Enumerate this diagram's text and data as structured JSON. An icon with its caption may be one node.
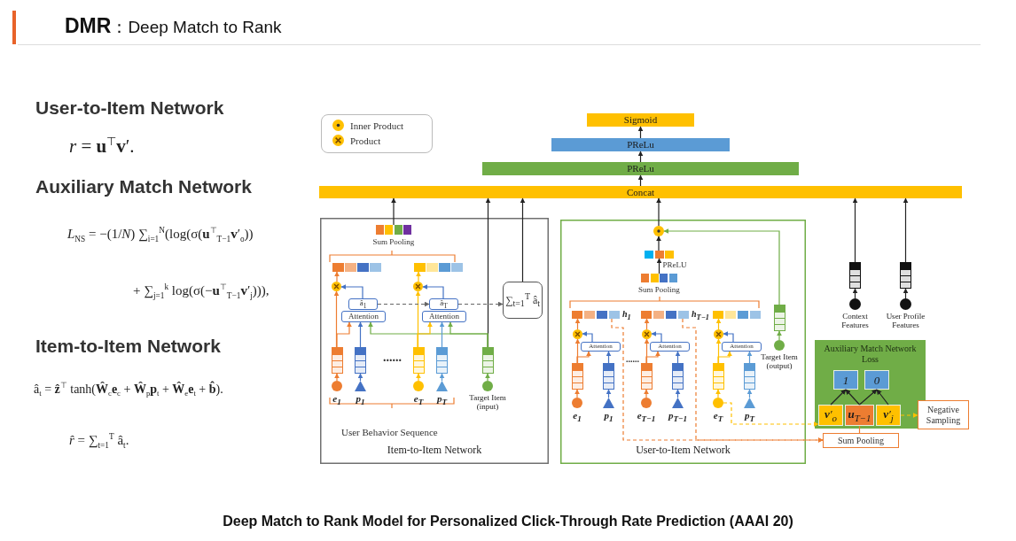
{
  "diagram": {
    "title": "**DMR**：Deep Match to Rank",
    "caption": "Deep Match to Rank Model for Personalized Click-Through Rate Prediction (AAAI 20)",
    "nodes": [
      {
        "text": [
          "Sigmoid"
        ]
      },
      {
        "text": [
          "PReLu"
        ]
      },
      {
        "text": [
          "PReLu"
        ]
      },
      {
        "text": [
          "Concat"
        ]
      },
      {
        "text": [
          "Item-to-Item Network"
        ]
      },
      {
        "text": [
          "Sum Pooling"
        ],
        "in": 4
      },
      {
        "text": [],
        "shape": "bar",
        "in": 4
      },
      {
        "text": [],
        "shape": "bar",
        "in": 4
      },
      {
        "text": [],
        "shape": "circle",
        "in": 4
      },
      {
        "text": [],
        "shape": "circle",
        "in": 4
      },
      {
        "text": [
          "â$_{1}$"
        ],
        "in": 4
      },
      {
        "text": [
          "â$_{T}$"
        ],
        "in": 4
      },
      {
        "text": [
          "Attention"
        ],
        "in": 4
      },
      {
        "text": [
          "Attention"
        ],
        "in": 4
      },
      {
        "text": [
          "∑$_{t=1}$$^{T}$ â$_{t}$"
        ],
        "in": 4
      },
      {
        "text": [],
        "shape": "box",
        "in": 4
      },
      {
        "text": [],
        "shape": "box",
        "in": 4
      },
      {
        "text": [],
        "shape": "box",
        "in": 4
      },
      {
        "text": [],
        "shape": "box",
        "in": 4
      },
      {
        "text": [],
        "shape": "box",
        "in": 4
      },
      {
        "text": [],
        "shape": "circle",
        "in": 4,
        "beside": [
          "e$_{1}$"
        ]
      },
      {
        "text": [],
        "shape": "triangle",
        "in": 4,
        "beside": [
          "p$_{1}$"
        ]
      },
      {
        "text": [],
        "shape": "circle",
        "in": 4,
        "beside": [
          "e$_{T}$"
        ]
      },
      {
        "text": [],
        "shape": "triangle",
        "in": 4,
        "beside": [
          "p$_{T}$"
        ]
      },
      {
        "text": [],
        "shape": "circle",
        "in": 4,
        "beside": [
          "Target Item (input)"
        ]
      },
      {
        "text": [
          "User-to-Item Network"
        ]
      },
      {
        "text": [],
        "shape": "circle",
        "in": 25
      },
      {
        "text": [],
        "shape": "bar",
        "in": 25
      },
      {
        "text": [
          "Sum Pooling"
        ],
        "in": 25
      },
      {
        "text": [],
        "shape": "bar",
        "in": 25,
        "beside": [
          "h$_{1}$"
        ]
      },
      {
        "text": [],
        "shape": "bar",
        "in": 25,
        "beside": [
          "h$_{T−1}$"
        ]
      },
      {
        "text": [],
        "shape": "bar",
        "in": 25
      },
      {
        "text": [],
        "shape": "circle",
        "in": 25
      },
      {
        "text": [],
        "shape": "circle",
        "in": 25
      },
      {
        "text": [],
        "shape": "circle",
        "in": 25
      },
      {
        "text": [
          "Attention"
        ],
        "in": 25
      },
      {
        "text": [
          "Attention"
        ],
        "in": 25
      },
      {
        "text": [
          "Attention"
        ],
        "in": 25
      },
      {
        "text": [],
        "shape": "box",
        "in": 25
      },
      {
        "text": [],
        "shape": "box",
        "in": 25
      },
      {
        "text": [],
        "shape": "box",
        "in": 25
      },
      {
        "text": [],
        "shape": "box",
        "in": 25
      },
      {
        "text": [],
        "shape": "box",
        "in": 25
      },
      {
        "text": [],
        "shape": "box",
        "in": 25
      },
      {
        "text": [],
        "shape": "circle",
        "in": 25,
        "beside": [
          "e$_{1}$"
        ]
      },
      {
        "text": [],
        "shape": "triangle",
        "in": 25,
        "beside": [
          "p$_{1}$"
        ]
      },
      {
        "text": [],
        "shape": "circle",
        "in": 25,
        "beside": [
          "e$_{T−1}$"
        ]
      },
      {
        "text": [],
        "shape": "triangle",
        "in": 25,
        "beside": [
          "p$_{T−1}$"
        ]
      },
      {
        "text": [],
        "shape": "circle",
        "in": 25,
        "beside": [
          "e$_{T}$"
        ]
      },
      {
        "text": [],
        "shape": "triangle",
        "in": 25,
        "beside": [
          "p$_{T}$"
        ]
      },
      {
        "text": [],
        "shape": "box",
        "in": 25
      },
      {
        "text": [],
        "shape": "circle",
        "in": 25,
        "beside": [
          "Target Item (output)"
        ]
      },
      {
        "text": [],
        "shape": "box"
      },
      {
        "text": [],
        "shape": "circle",
        "beside": [
          "Context Features"
        ]
      },
      {
        "text": [],
        "shape": "box"
      },
      {
        "text": [],
        "shape": "circle",
        "beside": [
          "User Profile Features"
        ]
      },
      {
        "text": [
          "Auxiliary Match Network Loss"
        ]
      },
      {
        "text": [
          "1"
        ],
        "in": 56
      },
      {
        "text": [
          "0"
        ],
        "in": 56
      },
      {
        "text": [
          "**v**′$_{o}$"
        ],
        "in": 56
      },
      {
        "text": [
          "**u**$_{T−1}$"
        ],
        "in": 56
      },
      {
        "text": [
          "**v**′$_{j}$"
        ],
        "in": 56
      },
      {
        "text": [
          "Negative Sampling"
        ]
      },
      {
        "text": [
          "Sum Pooling"
        ]
      }
    ],
    "edges": [
      {
        "from": 3,
        "to": 2,
        "arrow": "to"
      },
      {
        "from": 2,
        "to": 1,
        "arrow": "to"
      },
      {
        "from": 1,
        "to": 0,
        "arrow": "to"
      },
      {
        "from": 5,
        "to": 3,
        "arrow": "to"
      },
      {
        "from": 19,
        "to": 3,
        "arrow": "to"
      },
      {
        "from": 19,
        "to": 12,
        "arrow": "to",
        "color": "#70ad47"
      },
      {
        "from": 19,
        "to": 13,
        "arrow": "to",
        "color": "#70ad47"
      },
      {
        "from": 14,
        "to": 3,
        "arrow": "to"
      },
      {
        "from": 20,
        "to": 15,
        "arrow": "to",
        "color": "#ed7d31"
      },
      {
        "from": 21,
        "to": 16,
        "arrow": "to",
        "color": "#4472c4"
      },
      {
        "from": 22,
        "to": 17,
        "arrow": "to",
        "color": "#ffc000"
      },
      {
        "from": 23,
        "to": 18,
        "arrow": "to",
        "color": "#5b9bd5"
      },
      {
        "from": 24,
        "to": 19,
        "arrow": "to",
        "color": "#70ad47"
      },
      {
        "from": 15,
        "to": 8,
        "arrow": "to",
        "color": "#ed7d31"
      },
      {
        "from": 17,
        "to": 9,
        "arrow": "to",
        "color": "#ffc000"
      },
      {
        "from": 15,
        "to": 12,
        "arrow": "to",
        "color": "#ed7d31"
      },
      {
        "from": 17,
        "to": 13,
        "arrow": "to",
        "color": "#ffc000"
      },
      {
        "from": 16,
        "to": 12,
        "arrow": "to",
        "color": "#4472c4"
      },
      {
        "from": 18,
        "to": 13,
        "arrow": "to",
        "color": "#5b9bd5"
      },
      {
        "from": 8,
        "to": 6,
        "arrow": "to",
        "color": "#ed7d31"
      },
      {
        "from": 9,
        "to": 7,
        "arrow": "to",
        "color": "#ffc000"
      },
      {
        "from": 10,
        "to": 8,
        "arrow": "to",
        "color": "#4472c4"
      },
      {
        "from": 11,
        "to": 9,
        "arrow": "to",
        "color": "#4472c4"
      },
      {
        "from": 10,
        "to": 11,
        "arrow": "to",
        "style": "dashed",
        "color": "#666666"
      },
      {
        "from": 11,
        "to": 14,
        "arrow": "to",
        "style": "dashed",
        "color": "#666666"
      },
      {
        "from": 26,
        "to": 3,
        "arrow": "to"
      },
      {
        "from": 27,
        "to": 26,
        "arrow": "to"
      },
      {
        "from": 28,
        "to": 27,
        "arrow": "to",
        "label": "PReLU"
      },
      {
        "from": 50,
        "to": 26,
        "arrow": "to",
        "color": "#70ad47"
      },
      {
        "from": 51,
        "to": 50,
        "arrow": "to",
        "color": "#70ad47"
      },
      {
        "from": 44,
        "to": 38,
        "arrow": "to",
        "color": "#ed7d31"
      },
      {
        "from": 45,
        "to": 39,
        "arrow": "to",
        "color": "#4472c4"
      },
      {
        "from": 38,
        "to": 32,
        "arrow": "to",
        "color": "#ed7d31"
      },
      {
        "from": 38,
        "to": 35,
        "arrow": "to",
        "color": "#ed7d31"
      },
      {
        "from": 39,
        "to": 35,
        "arrow": "to",
        "color": "#4472c4"
      },
      {
        "from": 35,
        "to": 32,
        "arrow": "to",
        "color": "#4472c4"
      },
      {
        "from": 32,
        "to": 29,
        "arrow": "to",
        "color": "#ed7d31"
      },
      {
        "from": 46,
        "to": 40,
        "arrow": "to",
        "color": "#ed7d31"
      },
      {
        "from": 47,
        "to": 41,
        "arrow": "to",
        "color": "#4472c4"
      },
      {
        "from": 40,
        "to": 33,
        "arrow": "to",
        "color": "#ed7d31"
      },
      {
        "from": 40,
        "to": 36,
        "arrow": "to",
        "color": "#ed7d31"
      },
      {
        "from": 41,
        "to": 36,
        "arrow": "to",
        "color": "#4472c4"
      },
      {
        "from": 36,
        "to": 33,
        "arrow": "to",
        "color": "#4472c4"
      },
      {
        "from": 33,
        "to": 30,
        "arrow": "to",
        "color": "#ed7d31"
      },
      {
        "from": 48,
        "to": 42,
        "arrow": "to",
        "color": "#ffc000"
      },
      {
        "from": 49,
        "to": 43,
        "arrow": "to",
        "color": "#5b9bd5"
      },
      {
        "from": 42,
        "to": 34,
        "arrow": "to",
        "color": "#ffc000"
      },
      {
        "from": 42,
        "to": 37,
        "arrow": "to",
        "color": "#ffc000"
      },
      {
        "from": 43,
        "to": 37,
        "arrow": "to",
        "color": "#5b9bd5"
      },
      {
        "from": 37,
        "to": 34,
        "arrow": "to",
        "color": "#4472c4"
      },
      {
        "from": 34,
        "to": 31,
        "arrow": "to",
        "color": "#ffc000"
      },
      {
        "from": 29,
        "to": 63,
        "arrow": "to",
        "style": "dashed",
        "color": "#ed7d31"
      },
      {
        "from": 30,
        "to": 63,
        "arrow": "to",
        "style": "dashed",
        "color": "#ed7d31"
      },
      {
        "from": 48,
        "to": 59,
        "arrow": "to",
        "style": "dashed",
        "color": "#ffc000"
      },
      {
        "from": 59,
        "to": 57,
        "arrow": "to"
      },
      {
        "from": 60,
        "to": 57,
        "arrow": "to"
      },
      {
        "from": 60,
        "to": 58,
        "arrow": "to"
      },
      {
        "from": 61,
        "to": 58,
        "arrow": "to"
      },
      {
        "from": 63,
        "to": 60,
        "arrow": "none",
        "color": "#ed7d31"
      },
      {
        "from": 61,
        "to": 62,
        "arrow": "to",
        "style": "dashed",
        "color": "#ffc000"
      },
      {
        "from": 53,
        "to": 52,
        "arrow": "to"
      },
      {
        "from": 55,
        "to": 54,
        "arrow": "to"
      },
      {
        "from": 52,
        "to": 3,
        "arrow": "to"
      },
      {
        "from": 54,
        "to": 3,
        "arrow": "to"
      }
    ],
    "labels": [
      "User-to-Item Network",
      "*r* = **u**$^{⊤}$**v**′.",
      "Auxiliary Match Network",
      "*L*$_{NS}$ = −(1/*N*) ∑$_{i=1}$$^{N}$(log(σ(**u**$^{⊤}$$_{T−1}$**v**′$_{o}$))",
      "+ ∑$_{j=1}$$^{k}$ log(σ(−**u**$^{⊤}$$_{T−1}$**v**′$_{j}$))),",
      "Item-to-Item Network",
      "â$_{t}$ = **ẑ**$^{⊤}$ tanh(**Ŵ**$_{c}$**e**$_{c}$ + **Ŵ**$_{p}$**p**$_{t}$ + **Ŵ**$_{e}$**e**$_{t}$ + **b̂**).",
      "*r̂* = ∑$_{t=1}$$^{T}$ â$_{t}$.",
      "......",
      "User Behavior Sequence",
      "......"
    ],
    "legend": [
      {
        "text": "Inner Product"
      },
      {
        "text": "Product"
      }
    ]
  }
}
